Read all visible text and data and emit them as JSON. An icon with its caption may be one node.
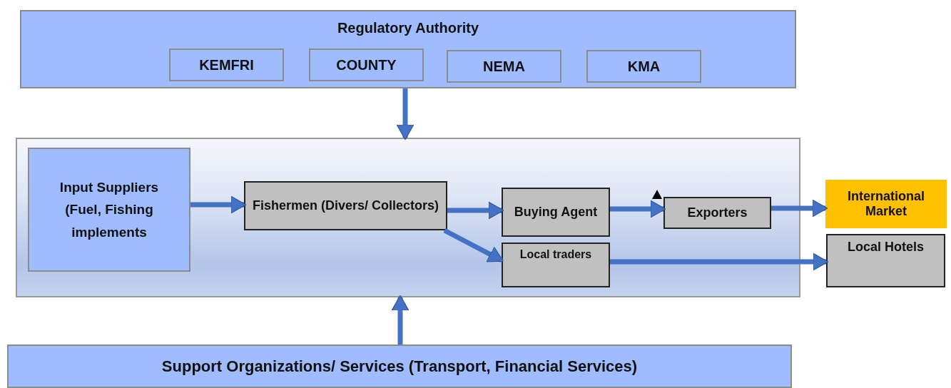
{
  "diagram": {
    "nodes": [
      {
        "text": [
          "Regulatory Authority"
        ]
      },
      {
        "text": [
          "KEMFRI"
        ],
        "in": 0
      },
      {
        "text": [
          "COUNTY"
        ],
        "in": 0
      },
      {
        "text": [
          "NEMA"
        ],
        "in": 0
      },
      {
        "text": [
          "KMA"
        ],
        "in": 0
      },
      {
        "text": [],
        "shape": "box"
      },
      {
        "text": [
          "Input Suppliers (Fuel, Fishing implements"
        ],
        "in": 5
      },
      {
        "text": [
          "Fishermen (Divers/ Collectors)"
        ],
        "in": 5
      },
      {
        "text": [
          "Buying Agent"
        ],
        "in": 5
      },
      {
        "text": [
          "Local traders"
        ],
        "in": 5
      },
      {
        "text": [
          "Exporters"
        ],
        "in": 5
      },
      {
        "text": [
          "International Market"
        ]
      },
      {
        "text": [
          "Local Hotels"
        ]
      },
      {
        "text": [
          "Support Organizations/ Services (Transport, Financial Services)"
        ]
      }
    ],
    "edges": [
      {
        "from": 0,
        "to": 5,
        "arrow": "to"
      },
      {
        "from": 6,
        "to": 7,
        "arrow": "to"
      },
      {
        "from": 7,
        "to": 8,
        "arrow": "to"
      },
      {
        "from": 7,
        "to": 9,
        "arrow": "to"
      },
      {
        "from": 8,
        "to": 10,
        "arrow": "to"
      },
      {
        "from": 10,
        "to": 11,
        "arrow": "to"
      },
      {
        "from": 9,
        "to": 12,
        "arrow": "to"
      },
      {
        "from": 13,
        "to": 5,
        "arrow": "to"
      }
    ]
  }
}
